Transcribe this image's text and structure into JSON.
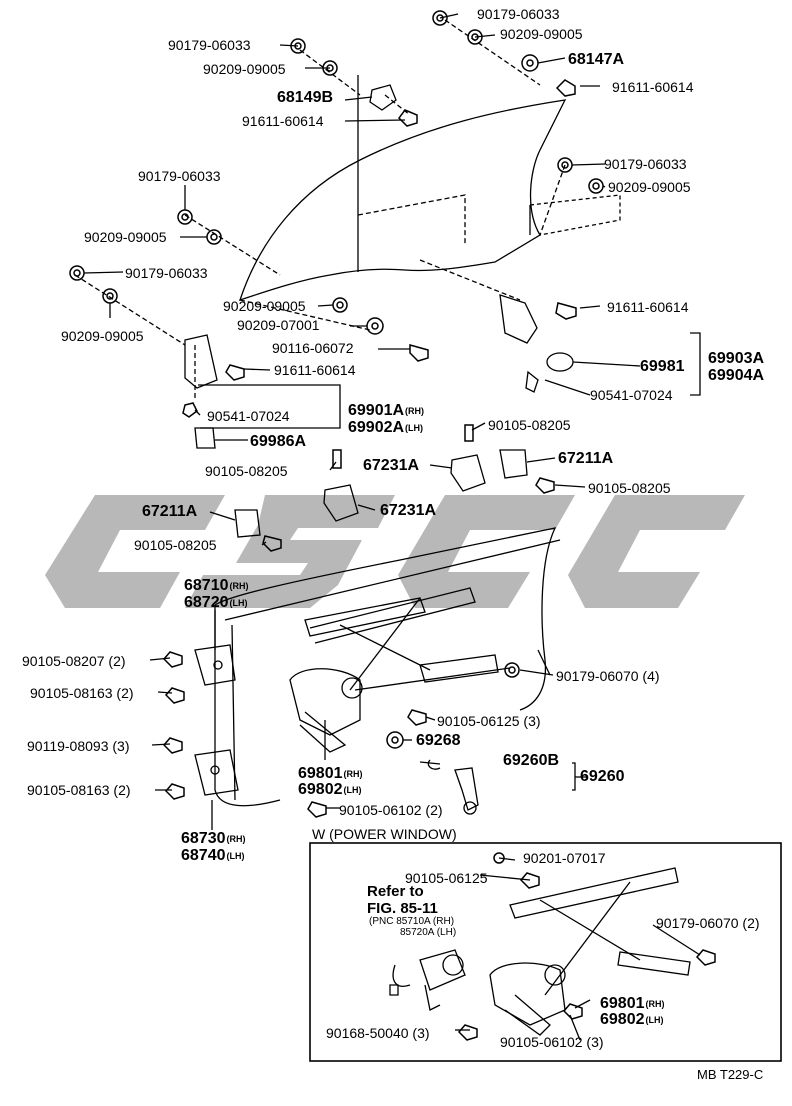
{
  "watermark": "csgc",
  "colors": {
    "ink": "#000000",
    "watermark": "#b8b8b8"
  },
  "part_labels": {
    "l01": "90179-06033",
    "l02": "90209-09005",
    "l03": "68147A",
    "l04": "91611-60614",
    "l05": "90179-06033",
    "l06": "90209-09005",
    "l07": "68149B",
    "l08": "91611-60614",
    "l09": "90179-06033",
    "l10": "90209-09005",
    "l11": "90179-06033",
    "l12": "90209-09005",
    "l13": "90179-06033",
    "l14": "90209-09005",
    "l15": "90209-09005",
    "l16": "90209-07001",
    "l17": "90116-06072",
    "l18": "91611-60614",
    "l19": "91611-60614",
    "l20": "69981",
    "l21": "69903A",
    "l22": "69904A",
    "l23": "90541-07024",
    "l24": "90541-07024",
    "l25": "69901A",
    "l26": "69902A",
    "l27": "69986A",
    "l28": "90105-08205",
    "l29": "90105-08205",
    "l30": "67231A",
    "l31": "67211A",
    "l32": "90105-08205",
    "l33": "67231A",
    "l34": "67211A",
    "l35": "90105-08205",
    "l36": "68710",
    "l37": "68720",
    "l38": "90105-08207 (2)",
    "l39": "90105-08163 (2)",
    "l40": "90119-08093 (3)",
    "l41": "90105-08163 (2)",
    "l42": "68730",
    "l43": "68740",
    "l44": "90179-06070 (4)",
    "l45": "90105-06125 (3)",
    "l46": "69268",
    "l47": "69260B",
    "l48": "69260",
    "l49": "69801",
    "l50": "69802",
    "l51": "90105-06102 (2)",
    "l52": "W (POWER WINDOW)",
    "l53": "90201-07017",
    "l54": "90105-06125",
    "l55": "Refer to",
    "l56": "FIG. 85-11",
    "l57": "(PNC 85710A (RH)",
    "l58": "85720A (LH)",
    "l59": "90179-06070 (2)",
    "l60": "69801",
    "l61": "69802",
    "l62": "90168-50040 (3)",
    "l63": "90105-06102 (3)"
  },
  "side_tags": {
    "rh": "(RH)",
    "lh": "(LH)"
  },
  "figure_code": "MB T229-C"
}
